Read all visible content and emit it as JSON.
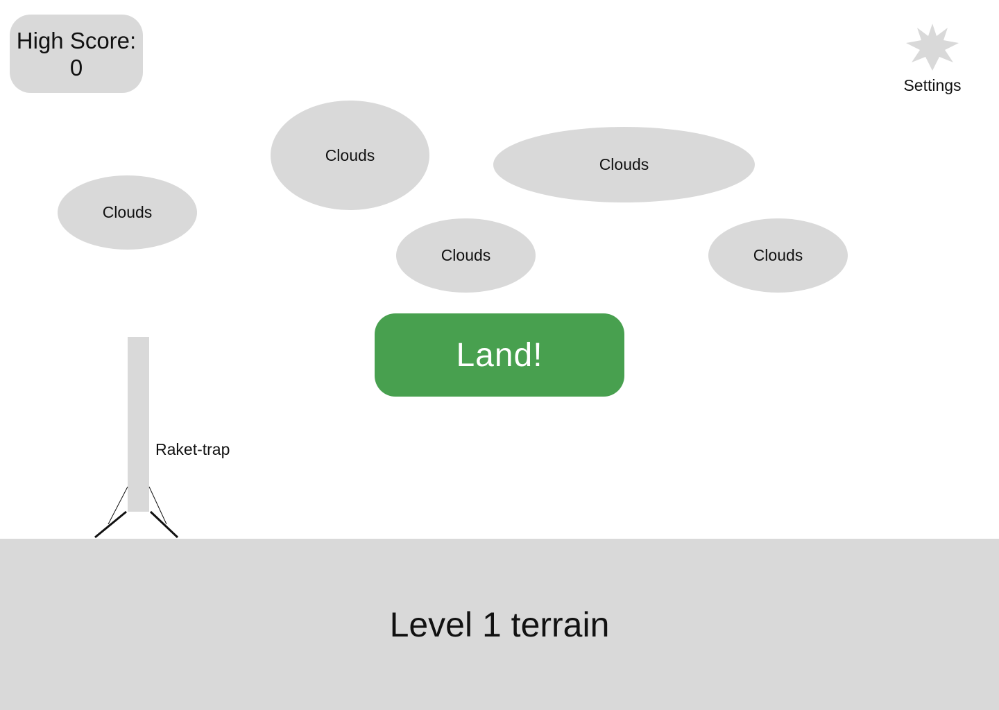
{
  "high_score": {
    "label": "High Score:",
    "value": "0"
  },
  "settings": {
    "label": "Settings",
    "icon": "settings-starburst-icon"
  },
  "clouds": [
    {
      "label": "Clouds"
    },
    {
      "label": "Clouds"
    },
    {
      "label": "Clouds"
    },
    {
      "label": "Clouds"
    },
    {
      "label": "Clouds"
    }
  ],
  "land_button": {
    "label": "Land!"
  },
  "rocket": {
    "label": "Raket-trap"
  },
  "terrain": {
    "label": "Level 1 terrain"
  },
  "colors": {
    "panel_gray": "#d9d9d9",
    "land_green": "#48a04f",
    "background": "#ffffff"
  }
}
